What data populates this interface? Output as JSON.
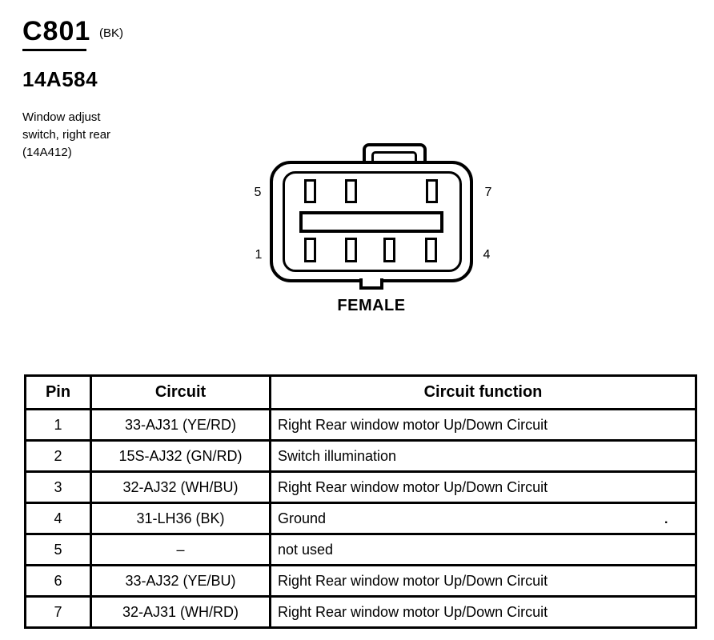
{
  "page": {
    "background": "#ffffff",
    "ink": "#000000"
  },
  "header": {
    "connector_id": "C801",
    "color_code": "(BK)",
    "part_number": "14A584",
    "description_line1": "Window adjust",
    "description_line2": "switch, right rear",
    "description_line3": "(14A412)"
  },
  "connector": {
    "gender_label": "FEMALE",
    "pin_labels": {
      "top_left": "5",
      "top_right": "7",
      "bottom_left": "1",
      "bottom_right": "4"
    },
    "top_slot_count": 3,
    "bottom_slot_count": 4
  },
  "pin_table": {
    "columns": {
      "pin": "Pin",
      "circuit": "Circuit",
      "function": "Circuit function"
    },
    "rows": [
      {
        "pin": "1",
        "circuit": "33-AJ31 (YE/RD)",
        "function": "Right Rear window motor Up/Down Circuit"
      },
      {
        "pin": "2",
        "circuit": "15S-AJ32 (GN/RD)",
        "function": "Switch illumination"
      },
      {
        "pin": "3",
        "circuit": "32-AJ32 (WH/BU)",
        "function": "Right Rear window motor Up/Down Circuit"
      },
      {
        "pin": "4",
        "circuit": "31-LH36 (BK)",
        "function": "Ground"
      },
      {
        "pin": "5",
        "circuit": "–",
        "function": "not used"
      },
      {
        "pin": "6",
        "circuit": "33-AJ32 (YE/BU)",
        "function": "Right Rear window motor Up/Down Circuit"
      },
      {
        "pin": "7",
        "circuit": "32-AJ31 (WH/RD)",
        "function": "Right Rear window motor Up/Down Circuit"
      }
    ]
  },
  "artifacts": {
    "stray_dot": "."
  }
}
